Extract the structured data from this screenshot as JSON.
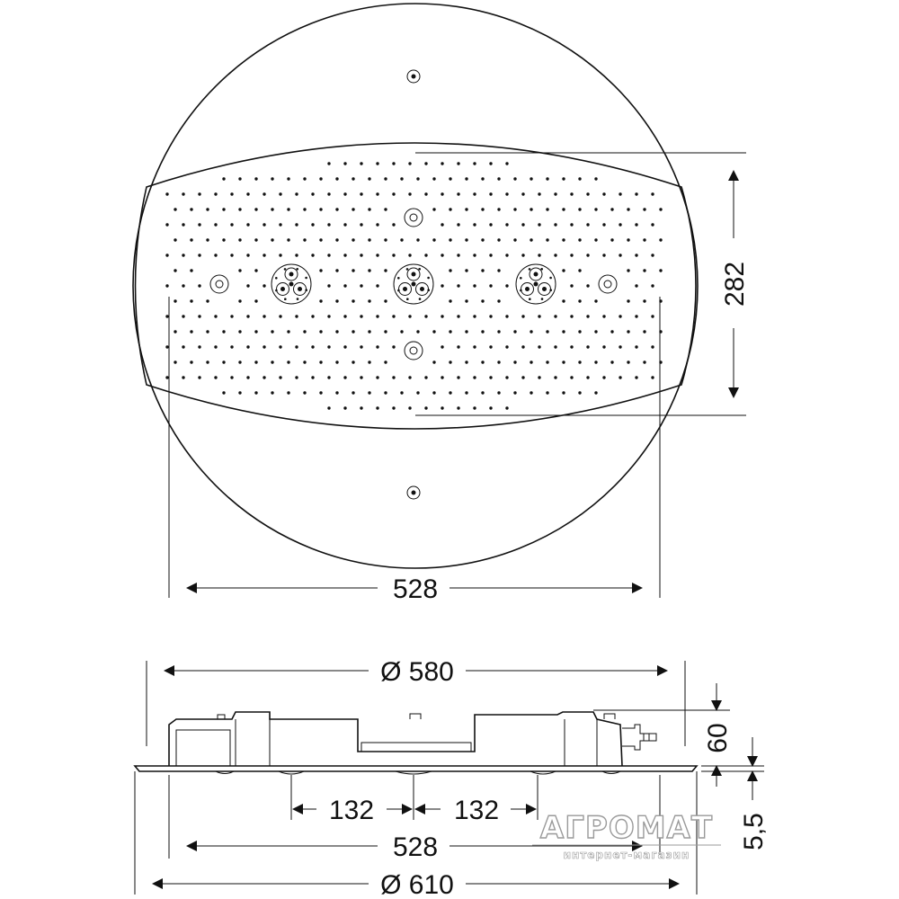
{
  "top_view": {
    "dim_height": "282",
    "dim_width": "528"
  },
  "side_view": {
    "dim_outer_diameter": "Ø 580",
    "dim_height": "60",
    "dim_nozzle_spacing_left": "132",
    "dim_nozzle_spacing_right": "132",
    "dim_plate_thickness": "5,5",
    "dim_plate_width": "528",
    "dim_total_diameter": "Ø 610"
  },
  "watermark": {
    "brand": "АГРОМАТ",
    "subtitle": "интернет-магазин"
  }
}
